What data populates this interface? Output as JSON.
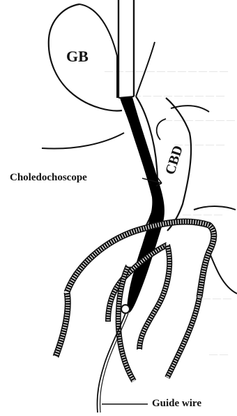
{
  "labels": {
    "gb": "GB",
    "cbd": "CBD",
    "choledochoscope": "Choledochoscope",
    "guide_wire": "Guide wire"
  },
  "colors": {
    "ink": "#111111",
    "paper": "#ffffff",
    "scope": "#000000",
    "bleed_text": "#d6d6d6"
  }
}
